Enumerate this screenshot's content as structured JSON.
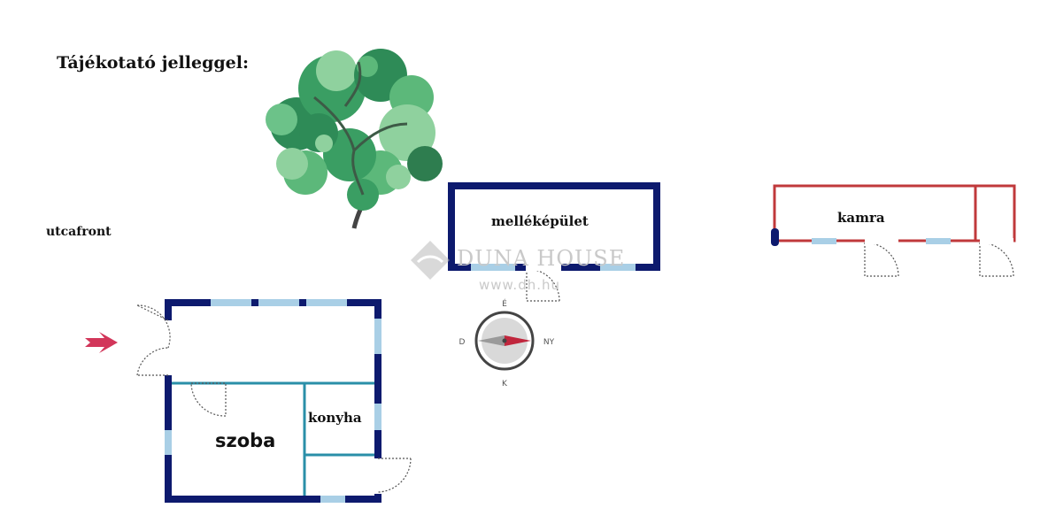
{
  "title": "Tájékotató jelleggel:",
  "street_label": "utcafront",
  "rooms": {
    "room": "szoba",
    "kitchen": "konyha",
    "outbuilding": "melléképület",
    "pantry": "kamra"
  },
  "watermark": {
    "brand": "DUNA HOUSE",
    "url": "www.dh.hu"
  },
  "compass": {
    "north": "É",
    "south": "D",
    "east": "K",
    "west": "NY"
  },
  "colors": {
    "wall_main": "#0d1a6e",
    "wall_inner": "#2a8fa8",
    "wall_pantry": "#c0393b",
    "window": "#a9cfe6",
    "arrow": "#d2365a",
    "tree_dark": "#2e8b57",
    "tree_light": "#8fd19e"
  }
}
